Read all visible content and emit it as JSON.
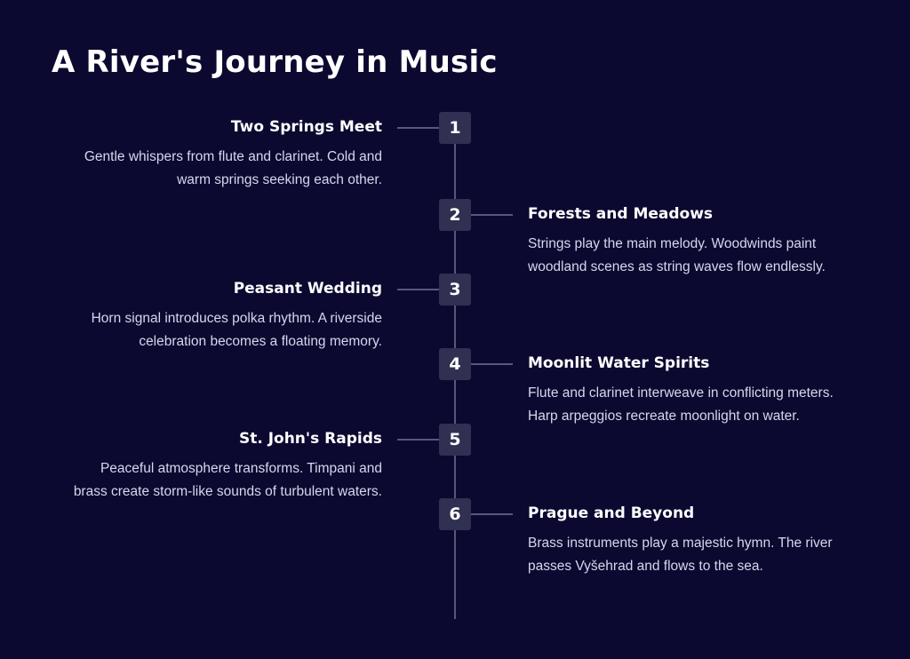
{
  "title": "A River's Journey in Music",
  "stages": [
    {
      "number": "1",
      "heading": "Two Springs Meet",
      "desc_line1": "Gentle whispers from flute and clarinet. Cold and",
      "desc_line2": "warm springs seeking each other."
    },
    {
      "number": "2",
      "heading": "Forests and Meadows",
      "desc_line1": "Strings play the main melody. Woodwinds paint",
      "desc_line2": "woodland scenes as string waves flow endlessly."
    },
    {
      "number": "3",
      "heading": "Peasant Wedding",
      "desc_line1": "Horn signal introduces polka rhythm. A riverside",
      "desc_line2": "celebration becomes a floating memory."
    },
    {
      "number": "4",
      "heading": "Moonlit Water Spirits",
      "desc_line1": "Flute and clarinet interweave in conflicting meters.",
      "desc_line2": "Harp arpeggios recreate moonlight on water."
    },
    {
      "number": "5",
      "heading": "St. John's Rapids",
      "desc_line1": "Peaceful atmosphere transforms. Timpani and",
      "desc_line2": "brass create storm-like sounds of turbulent waters."
    },
    {
      "number": "6",
      "heading": "Prague and Beyond",
      "desc_line1": "Brass instruments play a majestic hymn. The river",
      "desc_line2": "passes Vyšehrad and flows to the sea."
    }
  ]
}
